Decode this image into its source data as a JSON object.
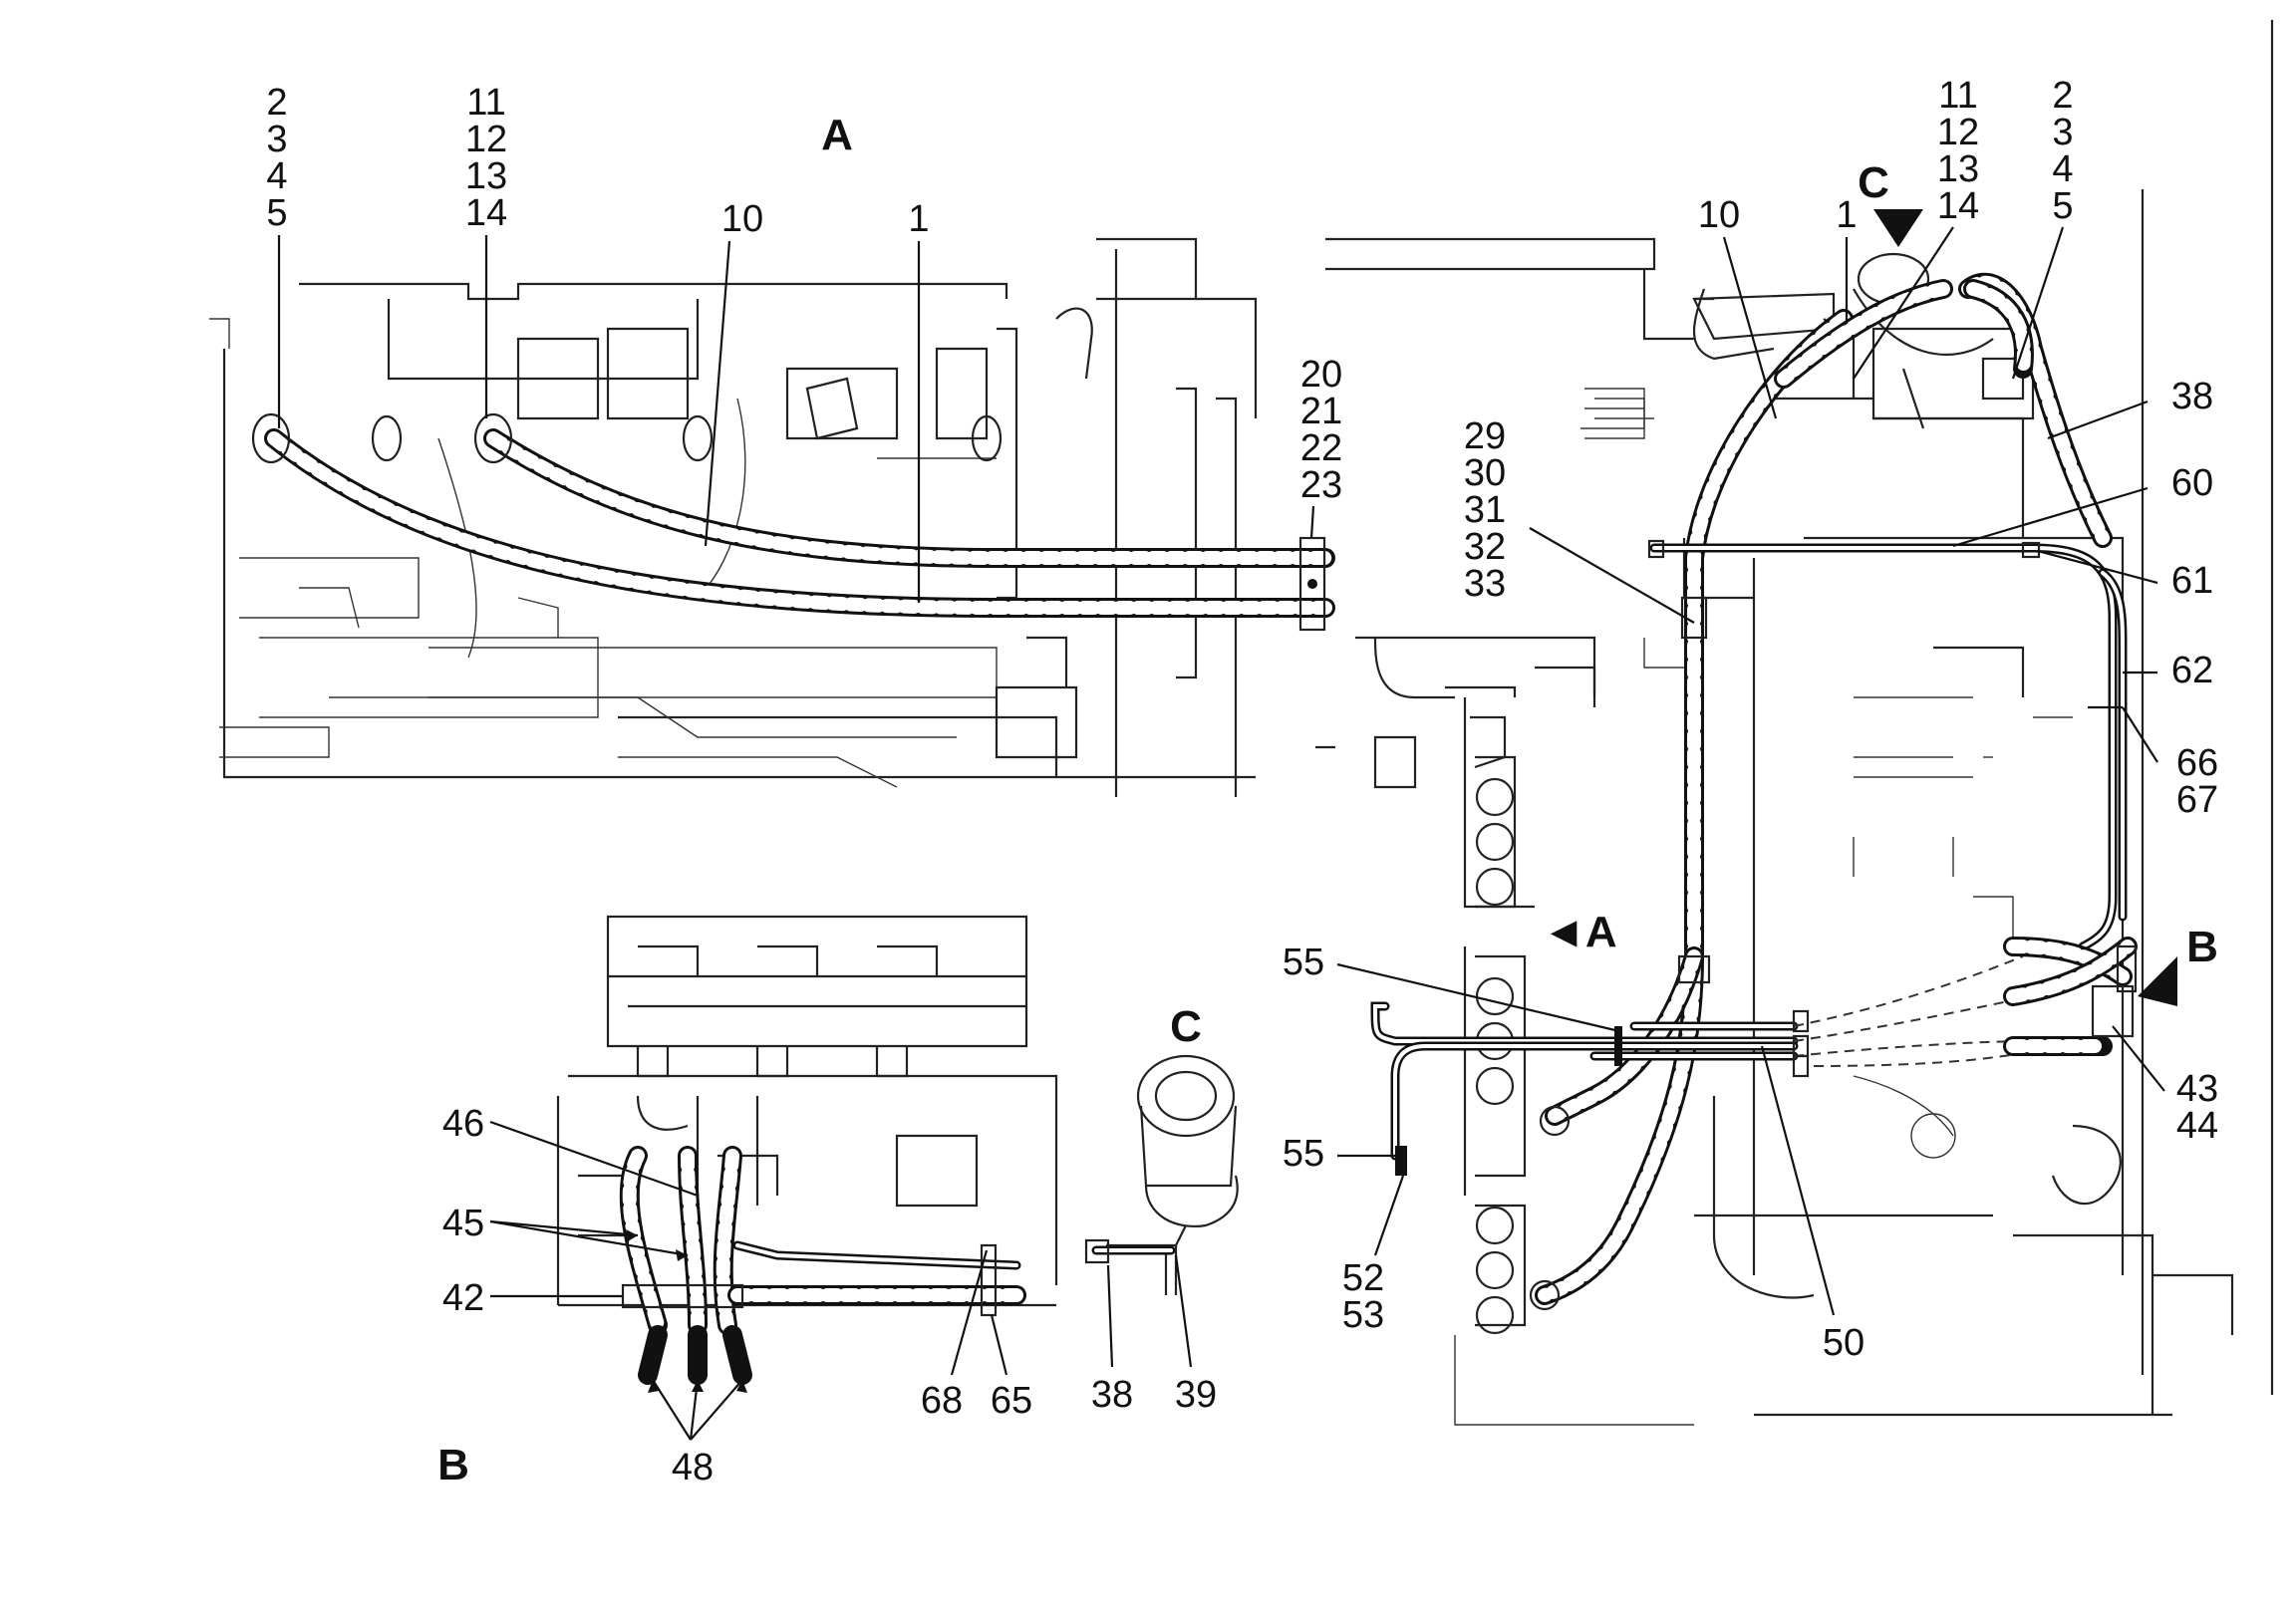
{
  "views": {
    "A": {
      "label": "A"
    },
    "B": {
      "label": "B"
    },
    "C": {
      "label": "C"
    }
  },
  "view_pointers": {
    "A": "◄A",
    "B": "B",
    "C": "C"
  },
  "callouts": {
    "a_2_5": [
      "2",
      "3",
      "4",
      "5"
    ],
    "a_11_14": [
      "11",
      "12",
      "13",
      "14"
    ],
    "a_10": "10",
    "a_1": "1",
    "a_20_23": [
      "20",
      "21",
      "22",
      "23"
    ],
    "m_11_14": [
      "11",
      "12",
      "13",
      "14"
    ],
    "m_2_5": [
      "2",
      "3",
      "4",
      "5"
    ],
    "m_10": "10",
    "m_1": "1",
    "m_38": "38",
    "m_60": "60",
    "m_61": "61",
    "m_62": "62",
    "m_66_67": [
      "66",
      "67"
    ],
    "m_29_33": [
      "29",
      "30",
      "31",
      "32",
      "33"
    ],
    "m_55a": "55",
    "m_55b": "55",
    "m_52_53": [
      "52",
      "53"
    ],
    "m_50": "50",
    "m_43_44": [
      "43",
      "44"
    ],
    "b_46": "46",
    "b_45": "45",
    "b_42": "42",
    "b_48": "48",
    "b_68": "68",
    "b_65": "65",
    "c_38": "38",
    "c_39": "39"
  }
}
